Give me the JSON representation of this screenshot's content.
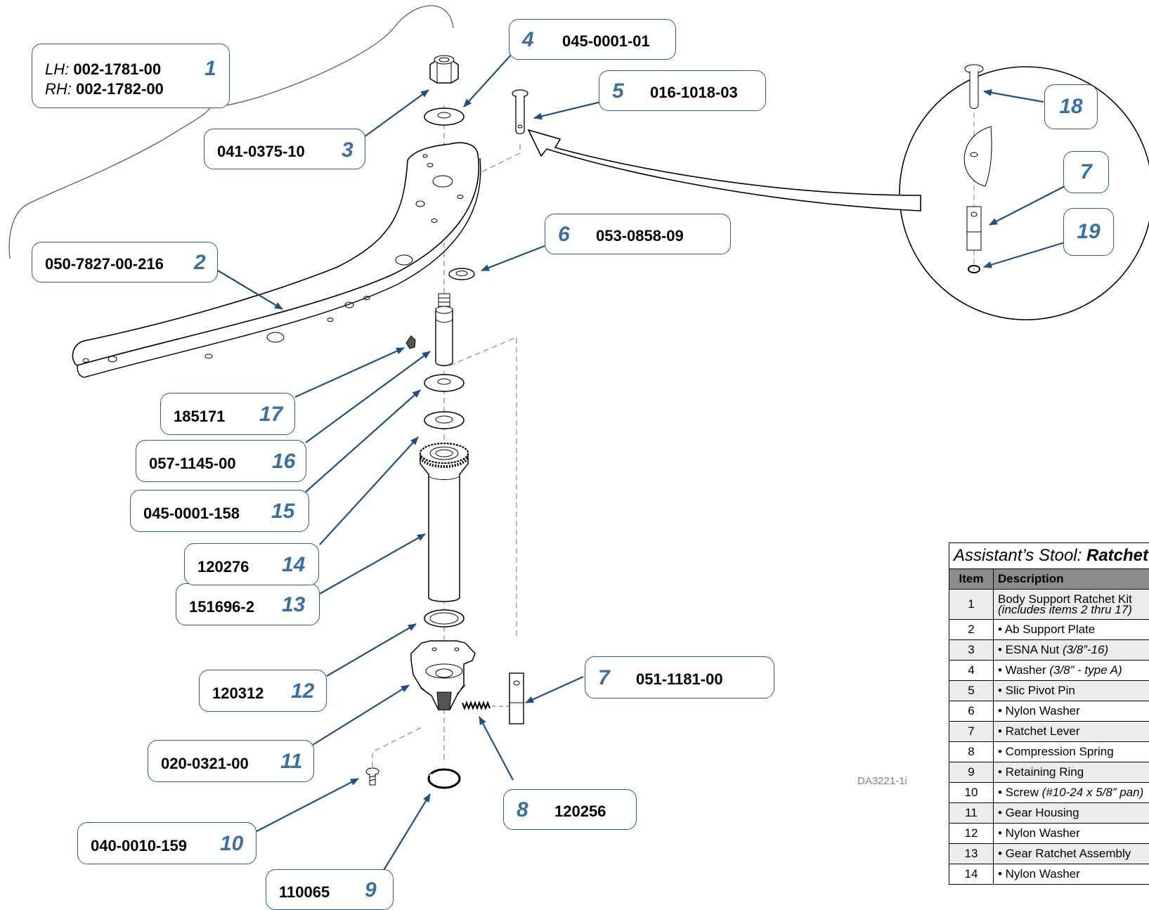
{
  "callouts": {
    "c1": {
      "num": "1",
      "lh_label": "LH:",
      "lh_part": "002-1781-00",
      "rh_label": "RH:",
      "rh_part": "002-1782-00"
    },
    "c2": {
      "num": "2",
      "part": "050-7827-00-216"
    },
    "c3": {
      "num": "3",
      "part": "041-0375-10"
    },
    "c4": {
      "num": "4",
      "part": "045-0001-01"
    },
    "c5": {
      "num": "5",
      "part": "016-1018-03"
    },
    "c6": {
      "num": "6",
      "part": "053-0858-09"
    },
    "c7": {
      "num": "7",
      "part": "051-1181-00"
    },
    "c8": {
      "num": "8",
      "part": "120256"
    },
    "c9": {
      "num": "9",
      "part": "110065"
    },
    "c10": {
      "num": "10",
      "part": "040-0010-159"
    },
    "c11": {
      "num": "11",
      "part": "020-0321-00"
    },
    "c12": {
      "num": "12",
      "part": "120312"
    },
    "c13": {
      "num": "13",
      "part": "151696-2"
    },
    "c14": {
      "num": "14",
      "part": "120276"
    },
    "c15": {
      "num": "15",
      "part": "045-0001-158"
    },
    "c16": {
      "num": "16",
      "part": "057-1145-00"
    },
    "c17": {
      "num": "17",
      "part": "185171"
    }
  },
  "detail_callouts": {
    "d18": "18",
    "d7": "7",
    "d19": "19"
  },
  "drawing_code": "DA3221-1i",
  "table": {
    "title_plain": "Assistant’s Stool: ",
    "title_bold": "Ratchet",
    "header_item": "Item",
    "header_desc": "Description",
    "rows": [
      {
        "item": "1",
        "desc": "Body Support Ratchet Kit",
        "detail": "(includes items 2 thru 17)"
      },
      {
        "item": "2",
        "desc": "• Ab Support Plate",
        "detail": ""
      },
      {
        "item": "3",
        "desc": "• ESNA Nut ",
        "detail": "(3/8”-16)"
      },
      {
        "item": "4",
        "desc": "• Washer ",
        "detail": "(3/8” - type A)"
      },
      {
        "item": "5",
        "desc": "• Slic Pivot Pin",
        "detail": ""
      },
      {
        "item": "6",
        "desc": "• Nylon Washer",
        "detail": ""
      },
      {
        "item": "7",
        "desc": "• Ratchet Lever",
        "detail": ""
      },
      {
        "item": "8",
        "desc": "• Compression Spring",
        "detail": ""
      },
      {
        "item": "9",
        "desc": "• Retaining Ring",
        "detail": ""
      },
      {
        "item": "10",
        "desc": "• Screw ",
        "detail": "(#10-24 x 5/8” pan)"
      },
      {
        "item": "11",
        "desc": "• Gear Housing",
        "detail": ""
      },
      {
        "item": "12",
        "desc": "• Nylon Washer",
        "detail": ""
      },
      {
        "item": "13",
        "desc": "• Gear Ratchet Assembly",
        "detail": ""
      },
      {
        "item": "14",
        "desc": "• Nylon Washer",
        "detail": ""
      }
    ]
  }
}
